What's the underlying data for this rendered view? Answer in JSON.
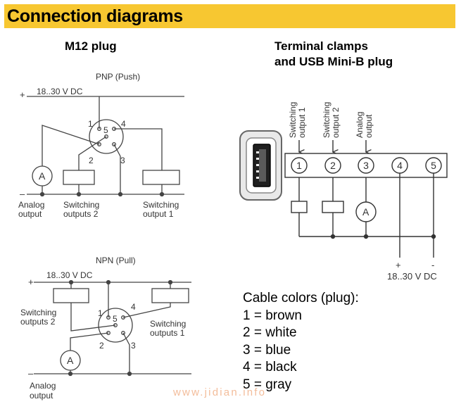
{
  "header": {
    "title": "Connection diagrams",
    "bar_color": "#f7c731"
  },
  "m12": {
    "title": "M12 plug",
    "pnp": {
      "caption": "PNP (Push)",
      "supply": "18..30 V DC",
      "plus": "+",
      "minus": "–",
      "analog_line1": "Analog",
      "analog_line2": "output",
      "sw2_line1": "Switching",
      "sw2_line2": "outputs 2",
      "sw1_line1": "Switching",
      "sw1_line2": "output 1",
      "meter": "A",
      "pins": [
        "1",
        "2",
        "3",
        "4",
        "5"
      ]
    },
    "npn": {
      "caption": "NPN (Pull)",
      "supply": "18..30 V DC",
      "plus": "+",
      "minus": "–",
      "sw2_line1": "Switching",
      "sw2_line2": "outputs 2",
      "sw1_line1": "Switching",
      "sw1_line2": "outputs 1",
      "analog_line1": "Analog",
      "analog_line2": "output",
      "meter": "A",
      "pins": [
        "1",
        "2",
        "3",
        "4",
        "5"
      ]
    }
  },
  "terminal": {
    "title_line1": "Terminal clamps",
    "title_line2": "and USB Mini-B plug",
    "col1_line1": "Switching",
    "col1_line2": "output 1",
    "col2_line1": "Switching",
    "col2_line2": "output 2",
    "col3_line1": "Analog",
    "col3_line2": "output",
    "terminals": [
      "1",
      "2",
      "3",
      "4",
      "5"
    ],
    "meter": "A",
    "plus": "+",
    "minus": "-",
    "supply": "18..30 V DC"
  },
  "cable_colors": {
    "title": "Cable colors (plug):",
    "items": [
      "1 = brown",
      "2 = white",
      "3 = blue",
      "4 = black",
      "5 = gray"
    ]
  },
  "watermark": "www.jidian.info"
}
